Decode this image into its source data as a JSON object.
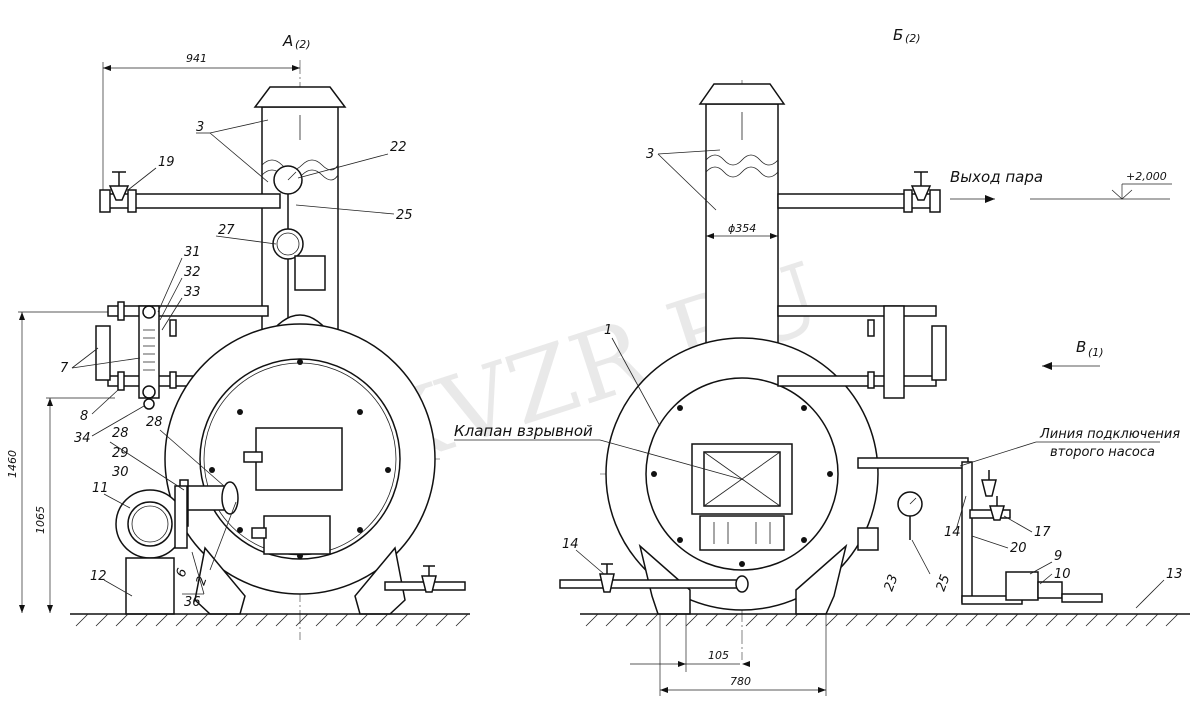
{
  "views": {
    "left_title": "А",
    "left_title_sub": "(2)",
    "right_title": "Б",
    "right_title_sub": "(2)",
    "arrow_v": "В",
    "arrow_v_sub": "(1)"
  },
  "dimensions": {
    "d941": "941",
    "d1460": "1460",
    "d1065": "1065",
    "d105": "105",
    "d780": "780",
    "dia354": "ϕ354",
    "level": "+2,000"
  },
  "notes": {
    "steam_out": "Выход пара",
    "explosion_valve": "Клапан взрывной",
    "pump_line_1": "Линия подключения",
    "pump_line_2": "второго насоса"
  },
  "left_callouts": [
    "19",
    "3",
    "22",
    "25",
    "27",
    "31",
    "32",
    "33",
    "7",
    "8",
    "34",
    "28",
    "29",
    "30",
    "28",
    "11",
    "12",
    "6",
    "2",
    "36"
  ],
  "right_callouts": [
    "3",
    "1",
    "14",
    "23",
    "25",
    "14",
    "20",
    "17",
    "9",
    "10",
    "13"
  ],
  "watermark": "KVZR.RU"
}
